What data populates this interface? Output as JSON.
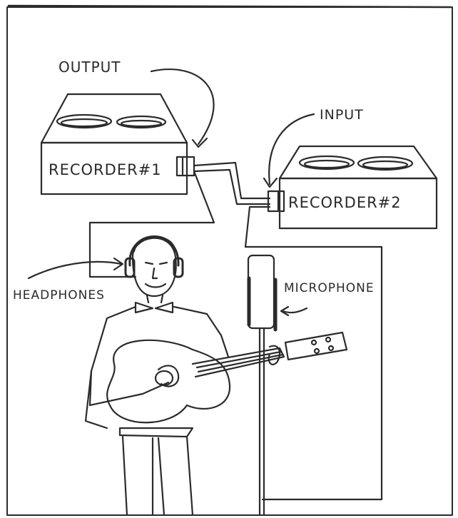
{
  "labels": {
    "output": "OUTPUT",
    "input": "INPUT",
    "recorder1": "RECORDER#1",
    "recorder2": "RECORDER#2",
    "headphones": "HEADPHONES",
    "microphone": "MICROPHONE"
  },
  "colors": {
    "ink": "#2b2b2b",
    "background": "#ffffff"
  }
}
